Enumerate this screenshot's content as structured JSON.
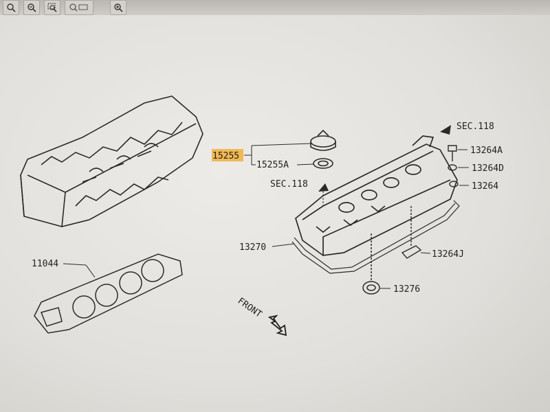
{
  "toolbar": {
    "buttons": [
      {
        "name": "zoom-fit-icon"
      },
      {
        "name": "zoom-out-icon"
      },
      {
        "name": "zoom-region-icon"
      },
      {
        "name": "zoom-custom-icon"
      },
      {
        "name": "zoom-in-icon"
      }
    ]
  },
  "parts": {
    "p15255": "15255",
    "p15255A": "15255A",
    "sec118_a": "SEC.118",
    "sec118_b": "SEC.118",
    "p13264A": "13264A",
    "p13264D": "13264D",
    "p13264": "13264",
    "p13270": "13270",
    "p13264J": "13264J",
    "p13276": "13276",
    "p11044": "11044",
    "front": "FRONT"
  },
  "colors": {
    "highlight": "#f2b03a",
    "line": "#2a2a2a",
    "background": "#e6e4e0"
  }
}
